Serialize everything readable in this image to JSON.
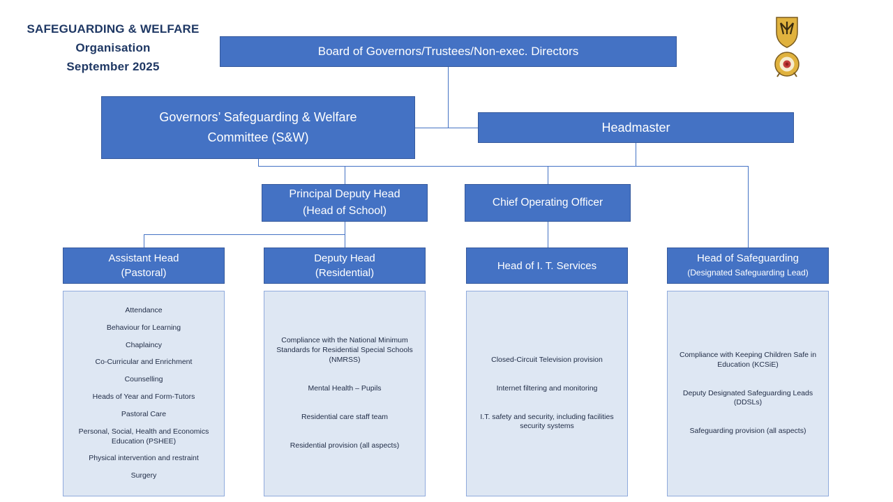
{
  "title": {
    "line1": "SAFEGUARDING & WELFARE",
    "line2": "Organisation",
    "line3": "September 2025"
  },
  "boxes": {
    "board": "Board of Governors/Trustees/Non-exec. Directors",
    "governors_committee_line1": "Governors’ Safeguarding & Welfare",
    "governors_committee_line2": "Committee (S&W)",
    "headmaster": "Headmaster",
    "principal_deputy_head_line1": "Principal Deputy Head",
    "principal_deputy_head_line2": "(Head of School)",
    "coo": "Chief Operating Officer"
  },
  "columns": [
    {
      "head_line1": "Assistant Head",
      "head_line2": "(Pastoral)",
      "items": [
        "Attendance",
        "Behaviour for Learning",
        "Chaplaincy",
        "Co-Curricular and Enrichment",
        "Counselling",
        "Heads of Year and Form-Tutors",
        "Pastoral Care",
        "Personal, Social, Health and Economics Education (PSHEE)",
        "Physical intervention and restraint",
        "Surgery"
      ]
    },
    {
      "head_line1": "Deputy Head",
      "head_line2": "(Residential)",
      "items": [
        "Compliance with the National Minimum Standards for Residential Special Schools (NMRSS)",
        "Mental Health – Pupils",
        "Residential care staff team",
        "Residential provision (all aspects)"
      ]
    },
    {
      "head_line1": "Head of I. T. Services",
      "head_line2": "",
      "items": [
        "Closed-Circuit Television provision",
        "Internet filtering and monitoring",
        "I.T. safety and security, including facilities security systems"
      ]
    },
    {
      "head_line1": "Head of Safeguarding",
      "head_line2": "(Designated Safeguarding Lead)",
      "items": [
        "Compliance with Keeping Children Safe in Education (KCSiE)",
        "Deputy Designated Safeguarding Leads (DDSLs)",
        "Safeguarding provision (all aspects)"
      ]
    }
  ],
  "colors": {
    "box_blue": "#4472C4",
    "box_border": "#35599C",
    "light_fill": "#DEE7F3",
    "light_border": "#8FAADC",
    "connector": "#4472C4",
    "title_text": "#1F3864"
  }
}
